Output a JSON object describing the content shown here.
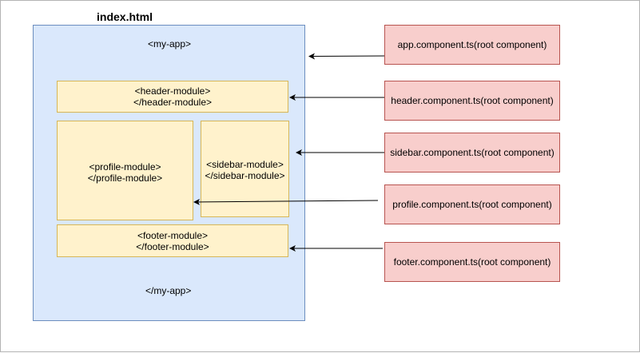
{
  "title": "index.html",
  "app": {
    "open_tag": "<my-app>",
    "close_tag": "</my-app>"
  },
  "modules": {
    "header": {
      "open_tag": "<header-module>",
      "close_tag": "</header-module>"
    },
    "profile": {
      "open_tag": "<profile-module>",
      "close_tag": "</profile-module>"
    },
    "sidebar": {
      "open_tag": "<sidebar-module>",
      "close_tag": "</sidebar-module>"
    },
    "footer": {
      "open_tag": "<footer-module>",
      "close_tag": "</footer-module>"
    }
  },
  "components": {
    "app": "app.component.ts(root component)",
    "header": "header.component.ts(root component)",
    "sidebar": "sidebar.component.ts(root component)",
    "profile": "profile.component.ts(root component)",
    "footer": "footer.component.ts(root component)"
  },
  "colors": {
    "app_fill": "#dae8fc",
    "app_stroke": "#6c8ebf",
    "module_fill": "#fff2cc",
    "module_stroke": "#d6b656",
    "component_fill": "#f8cecc",
    "component_stroke": "#b85450",
    "arrow": "#000000"
  }
}
